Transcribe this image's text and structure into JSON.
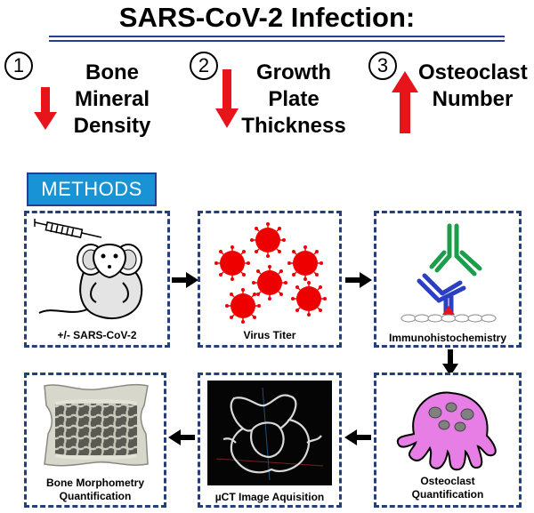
{
  "title": "SARS-CoV-2 Infection:",
  "findings": [
    {
      "number": "1",
      "direction": "down",
      "lines": [
        "Bone",
        "Mineral",
        "Density"
      ]
    },
    {
      "number": "2",
      "direction": "down",
      "lines": [
        "Growth",
        "Plate",
        "Thickness"
      ]
    },
    {
      "number": "3",
      "direction": "up",
      "lines": [
        "Osteoclast",
        "Number"
      ]
    }
  ],
  "methods_label": "METHODS",
  "steps": [
    {
      "label": "+/- SARS-CoV-2"
    },
    {
      "label": "Virus Titer"
    },
    {
      "label": "Immunohistochemistry"
    },
    {
      "label_lines": [
        "Osteoclast",
        "Quantification"
      ]
    },
    {
      "label": "µCT Image Aquisition"
    },
    {
      "label_lines": [
        "Bone Morphometry",
        "Quantification"
      ]
    }
  ],
  "colors": {
    "accent_red": "#e8141b",
    "box_border": "#23407a",
    "methods_bg": "#1793d6",
    "rule_blue": "#233f94",
    "antibody_green": "#1a9e4a",
    "antibody_blue": "#2b3fc2",
    "osteoclast_pink": "#e77ee6"
  }
}
